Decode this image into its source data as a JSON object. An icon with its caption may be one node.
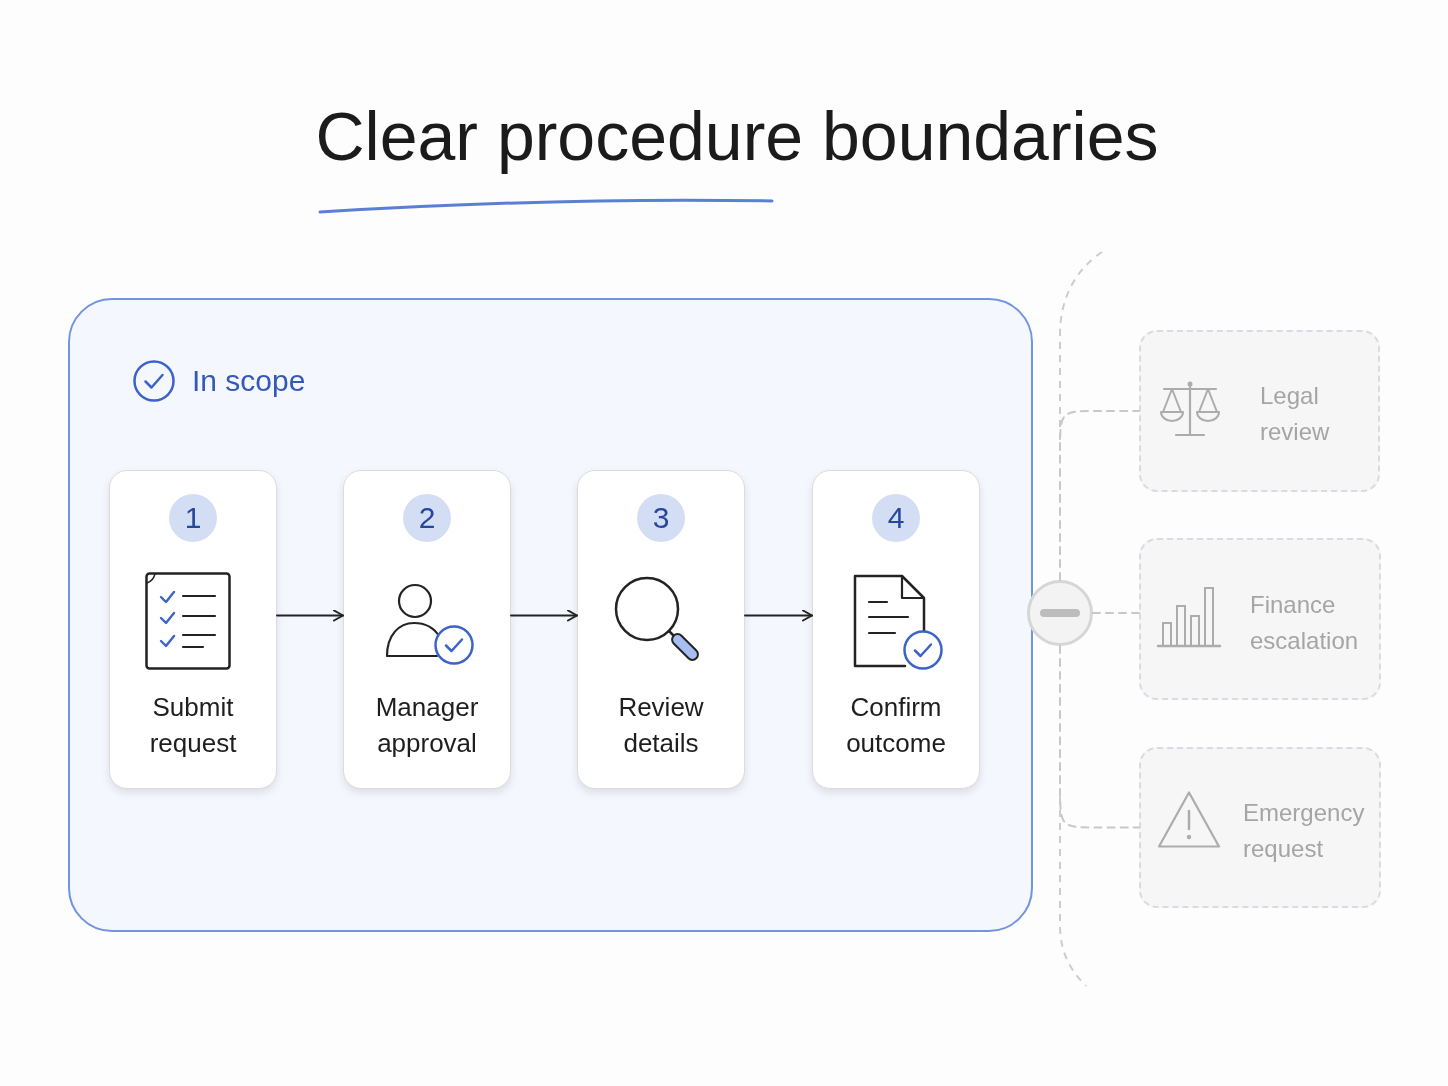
{
  "diagram": {
    "title": "Clear procedure boundaries",
    "nodes": [
      {
        "text": [
          "In scope"
        ]
      },
      {
        "text": [
          "1",
          "Submit request"
        ],
        "in": 0
      },
      {
        "text": [
          "2",
          "Manager approval"
        ],
        "in": 0
      },
      {
        "text": [
          "3",
          "Review details"
        ],
        "in": 0
      },
      {
        "text": [
          "4",
          "Confirm outcome"
        ],
        "in": 0
      },
      {
        "text": [],
        "shape": "circle"
      },
      {
        "text": [
          "Legal review"
        ]
      },
      {
        "text": [
          "Finance escalation"
        ]
      },
      {
        "text": [
          "Emergency request"
        ]
      }
    ],
    "edges": [
      {
        "from": 1,
        "to": 2,
        "arrow": "to"
      },
      {
        "from": 2,
        "to": 3,
        "arrow": "to"
      },
      {
        "from": 3,
        "to": 4,
        "arrow": "to"
      },
      {
        "from": 5,
        "to": 6,
        "arrow": "none",
        "style": "dashed",
        "color": "#c8c8c8"
      },
      {
        "from": 5,
        "to": 7,
        "arrow": "none",
        "style": "dashed",
        "color": "#c8c8c8"
      },
      {
        "from": 5,
        "to": 8,
        "arrow": "none",
        "style": "dashed",
        "color": "#c8c8c8"
      }
    ]
  }
}
